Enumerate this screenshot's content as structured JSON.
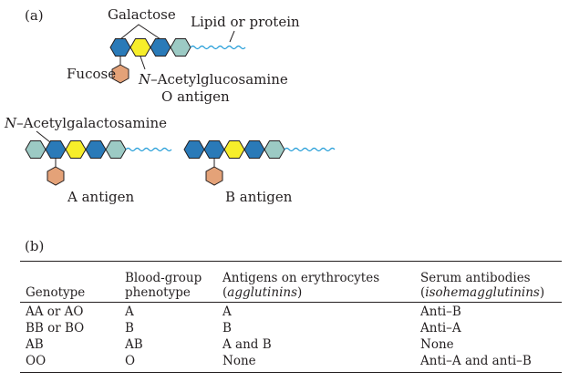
{
  "panel_a": {
    "label": "(a)",
    "galactose": "Galactose",
    "lipid_or_protein": "Lipid or protein",
    "fucose": "Fucose",
    "n_acetylglucosamine_prefix": "N",
    "n_acetylglucosamine_rest": "–Acetylglucosamine",
    "o_antigen": "O antigen",
    "n_acetylgalactosamine_prefix": "N",
    "n_acetylgalactosamine_rest": "–Acetylgalactosamine",
    "a_antigen": "A antigen",
    "b_antigen": "B antigen"
  },
  "colors": {
    "galactose": "#2a7ab8",
    "n_acetylglucosamine": "#f7ee2a",
    "n_acetylgalactosamine": "#9ccac4",
    "fucose": "#e4a278",
    "chain": "#1f9bd7"
  },
  "panel_b": {
    "label": "(b)",
    "headers": {
      "genotype": "Genotype",
      "phenotype_line1": "Blood-group",
      "phenotype_line2": "phenotype",
      "antigens_line1": "Antigens on erythrocytes",
      "antigens_line2": "agglutinins",
      "antibodies_line1": "Serum antibodies",
      "antibodies_line2": "isohemagglutinins"
    },
    "rows": [
      [
        "AA or AO",
        "A",
        "A",
        "Anti–B"
      ],
      [
        "BB or BO",
        "B",
        "B",
        "Anti–A"
      ],
      [
        "AB",
        "AB",
        "A and B",
        "None"
      ],
      [
        "OO",
        "O",
        "None",
        "Anti–A and anti–B"
      ]
    ]
  }
}
